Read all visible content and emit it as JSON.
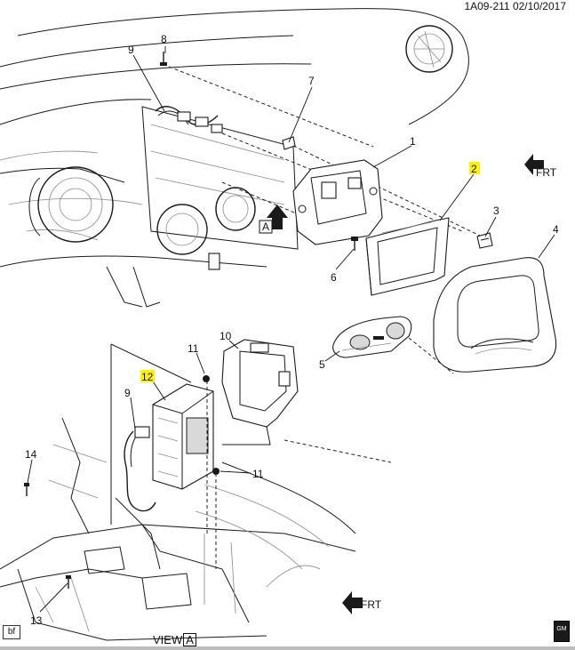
{
  "header": {
    "code": "1A09-211 02/10/2017"
  },
  "corner_code": "bf",
  "view_label": {
    "prefix": "VIEW",
    "letter": "A"
  },
  "view_marker": "A",
  "direction_label": "FRT",
  "callouts": {
    "c1": "1",
    "c2": "2",
    "c3": "3",
    "c4": "4",
    "c5": "5",
    "c6": "6",
    "c7": "7",
    "c8": "8",
    "c9a": "9",
    "c9b": "9",
    "c10": "10",
    "c11a": "11",
    "c11b": "11",
    "c12": "12",
    "c13": "13",
    "c14": "14"
  },
  "highlighted_callouts": [
    "2",
    "12"
  ],
  "highlight_color": "#fff200",
  "icons": [
    "front-direction-arrow-icon",
    "view-a-arrow-icon",
    "gm-logo-icon"
  ]
}
